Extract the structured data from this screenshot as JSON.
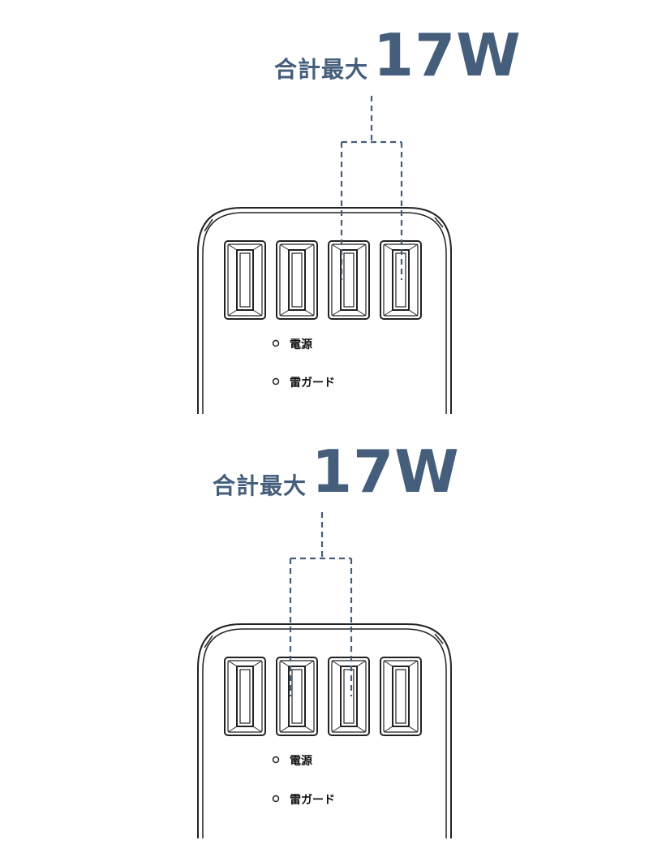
{
  "panels": [
    {
      "id": "top",
      "headline": {
        "prefix": "合計最大",
        "value": "17W"
      },
      "bracket_ports": [
        3,
        4
      ],
      "indicators": [
        {
          "label": "電源"
        },
        {
          "label": "雷ガード"
        }
      ],
      "port_count": 4
    },
    {
      "id": "bottom",
      "headline": {
        "prefix": "合計最大",
        "value": "17W"
      },
      "bracket_ports": [
        2,
        3
      ],
      "indicators": [
        {
          "label": "電源"
        },
        {
          "label": "雷ガード"
        }
      ],
      "port_count": 4
    }
  ],
  "colors": {
    "accent": "#455e7b",
    "outline": "#222222",
    "background": "#ffffff"
  }
}
